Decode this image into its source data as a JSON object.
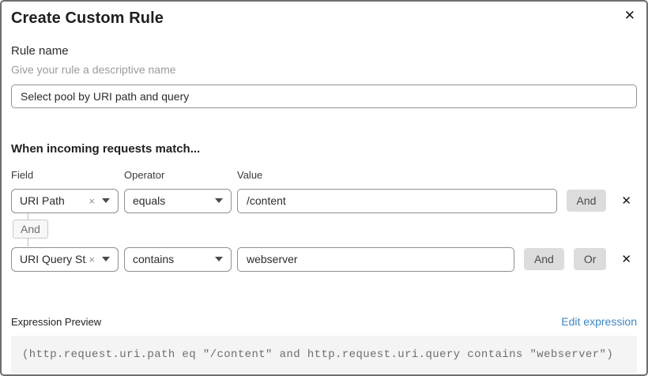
{
  "dialog": {
    "title": "Create Custom Rule"
  },
  "icons": {
    "close": "✕",
    "clear": "×",
    "delete": "✕"
  },
  "rule_name": {
    "label": "Rule name",
    "helper": "Give your rule a descriptive name",
    "value": "Select pool by URI path and query"
  },
  "matcher": {
    "heading": "When incoming requests match...",
    "columns": {
      "field": "Field",
      "operator": "Operator",
      "value": "Value"
    },
    "connector_label": "And",
    "rows": [
      {
        "field": "URI Path",
        "operator": "equals",
        "value": "/content",
        "buttons": [
          "And"
        ]
      },
      {
        "field": "URI Query St...",
        "operator": "contains",
        "value": "webserver",
        "buttons": [
          "And",
          "Or"
        ]
      }
    ]
  },
  "expression": {
    "label": "Expression Preview",
    "edit_link": "Edit expression",
    "code": "(http.request.uri.path eq \"/content\" and http.request.uri.query contains \"webserver\")"
  },
  "colors": {
    "link_blue": "#3b87c4",
    "button_gray": "#dcdcdc",
    "code_bg": "#f4f4f4",
    "border_gray": "#8f8f8f"
  }
}
